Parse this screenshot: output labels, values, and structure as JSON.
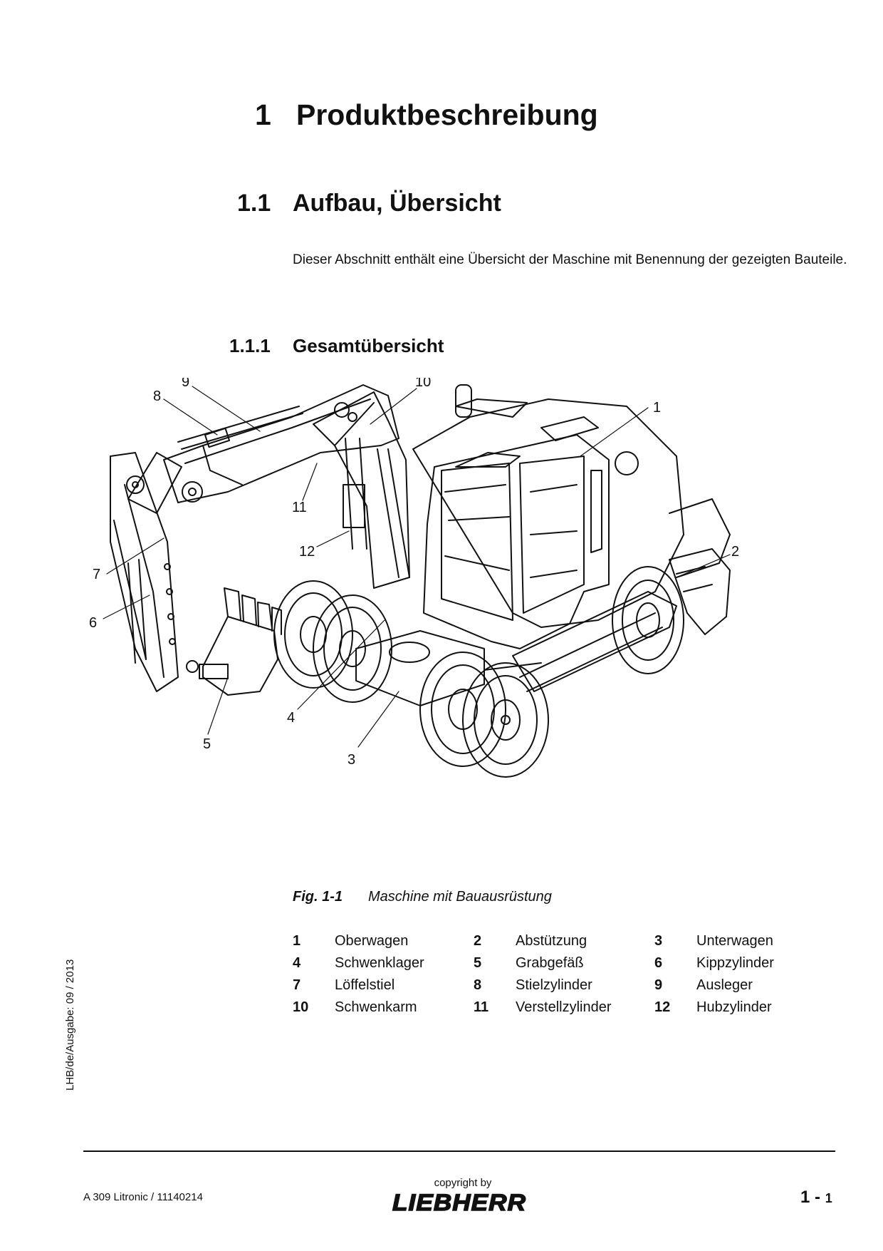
{
  "chapter": {
    "number": "1",
    "title": "Produktbeschreibung"
  },
  "section": {
    "number": "1.1",
    "title": "Aufbau, Übersicht"
  },
  "intro": "Dieser Abschnitt enthält eine Übersicht der Maschine mit Benennung der gezeigten Bauteile.",
  "subsection": {
    "number": "1.1.1",
    "title": "Gesamtübersicht"
  },
  "figure": {
    "callouts": [
      "1",
      "2",
      "3",
      "4",
      "5",
      "6",
      "7",
      "8",
      "9",
      "10",
      "11",
      "12"
    ],
    "caption_label": "Fig. 1-1",
    "caption_text": "Maschine mit Bauausrüstung"
  },
  "legend": [
    [
      {
        "num": "1",
        "label": "Oberwagen"
      },
      {
        "num": "2",
        "label": "Abstützung"
      },
      {
        "num": "3",
        "label": "Unterwagen"
      }
    ],
    [
      {
        "num": "4",
        "label": "Schwenklager"
      },
      {
        "num": "5",
        "label": "Grabgefäß"
      },
      {
        "num": "6",
        "label": "Kippzylinder"
      }
    ],
    [
      {
        "num": "7",
        "label": "Löffelstiel"
      },
      {
        "num": "8",
        "label": "Stielzylinder"
      },
      {
        "num": "9",
        "label": "Ausleger"
      }
    ],
    [
      {
        "num": "10",
        "label": "Schwenkarm"
      },
      {
        "num": "11",
        "label": "Verstellzylinder"
      },
      {
        "num": "12",
        "label": "Hubzylinder"
      }
    ]
  ],
  "side_note": "LHB/de/Ausgabe: 09 / 2013",
  "footer": {
    "model": "A 309 Litronic / 11140214",
    "copyright": "copyright by",
    "brand": "LIEBHERR",
    "page_chapter": "1",
    "page_sep": " - ",
    "page_number": "1"
  }
}
